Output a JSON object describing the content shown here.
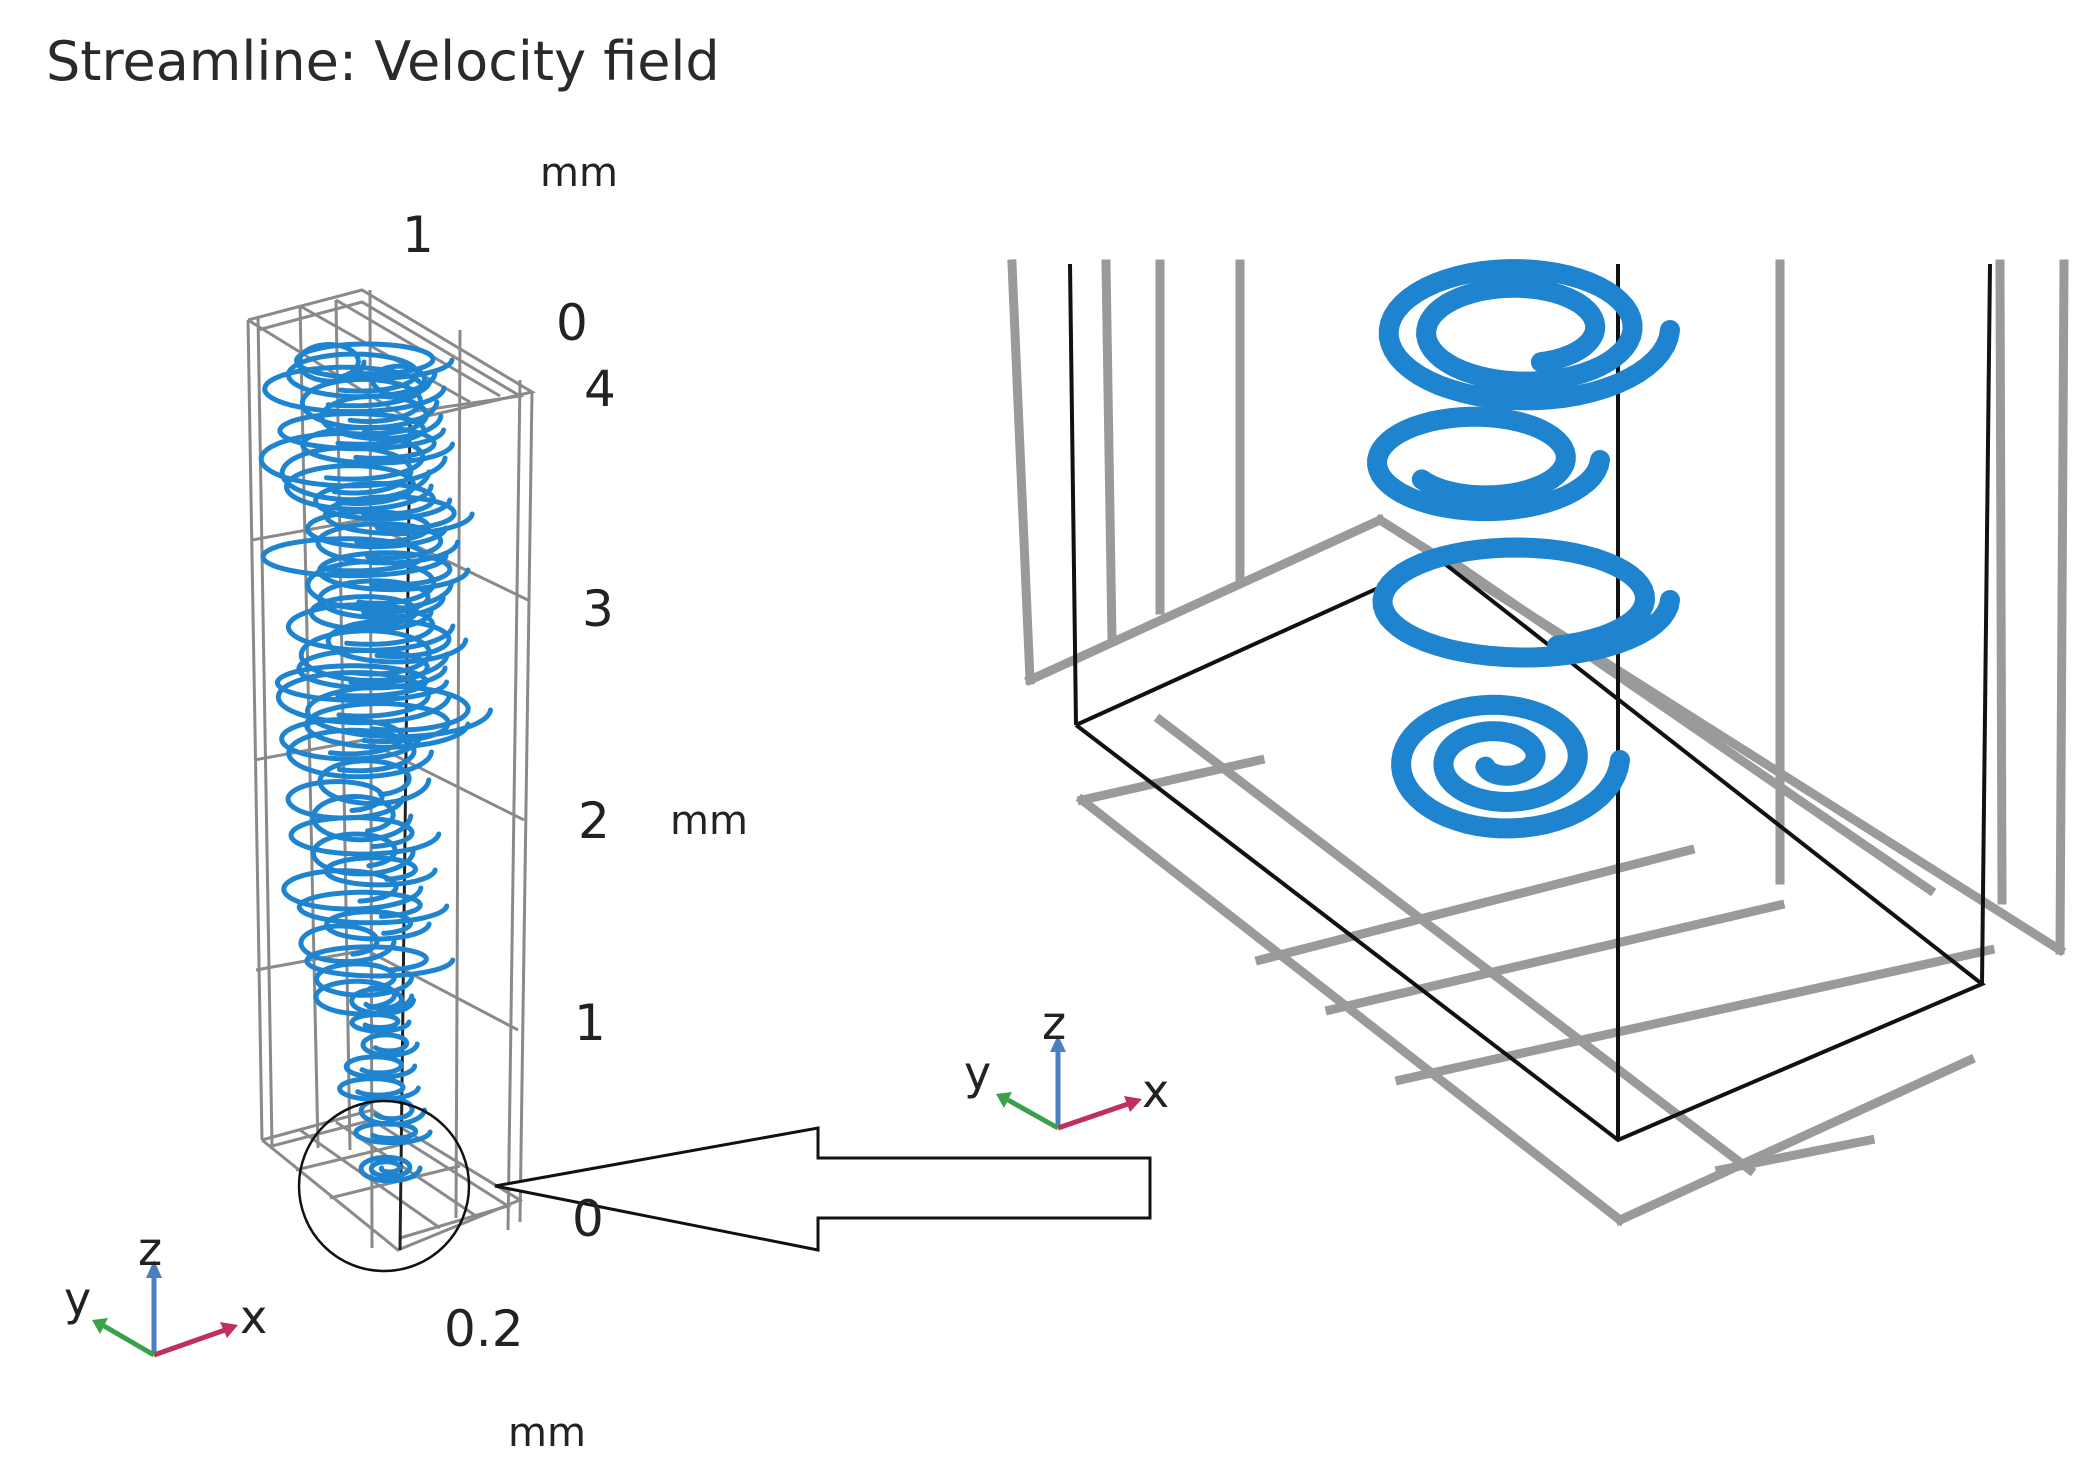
{
  "title": "Streamline: Velocity field",
  "units": {
    "top": "mm",
    "right": "mm",
    "bottom": "mm"
  },
  "ticks": {
    "x_top": "1",
    "y_top": "0",
    "z": [
      "4",
      "3",
      "2",
      "1",
      "0"
    ],
    "x_bottom": "0.2"
  },
  "triad": {
    "x": "x",
    "y": "y",
    "z": "z",
    "colors": {
      "x": "#c0305a",
      "y": "#3aa04a",
      "z": "#4a7fc0"
    }
  },
  "colors": {
    "streamline": "#1f84d0",
    "frame_gray": "#8a8a8a",
    "frame_black": "#111111"
  }
}
